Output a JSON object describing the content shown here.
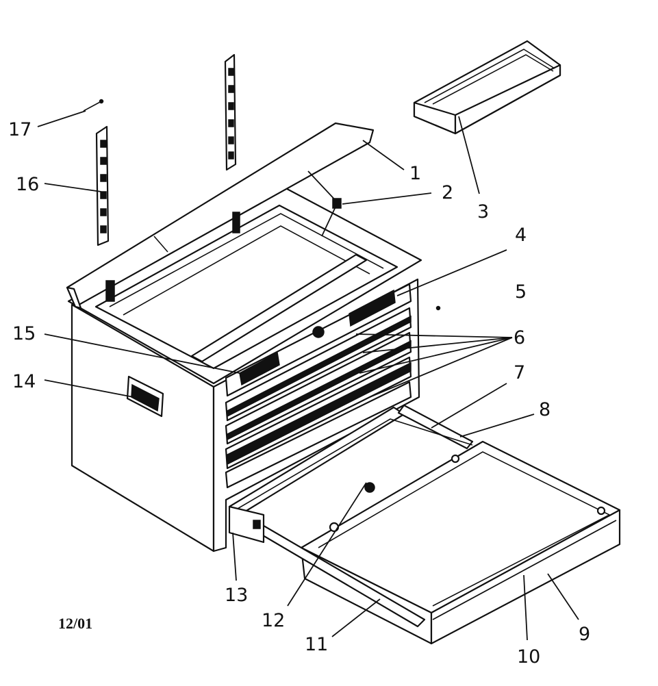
{
  "callouts": [
    "1",
    "2",
    "3",
    "4",
    "5",
    "6",
    "7",
    "8",
    "9",
    "10",
    "11",
    "12",
    "13",
    "14",
    "15",
    "16",
    "17"
  ],
  "date_code": "12/01"
}
